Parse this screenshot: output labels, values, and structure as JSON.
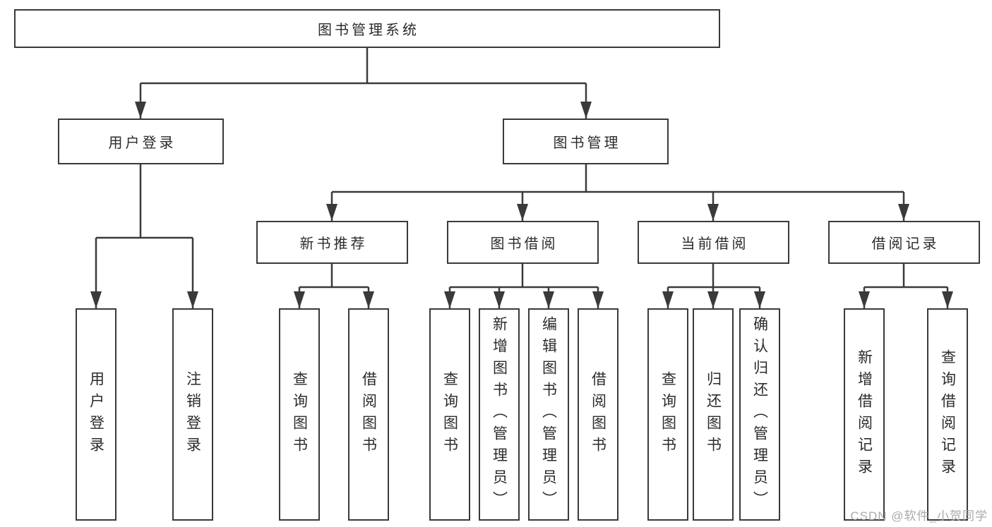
{
  "tree": {
    "root": {
      "label": "图书管理系统",
      "children": [
        {
          "label": "用户登录",
          "children": [
            {
              "label": "用户登录"
            },
            {
              "label": "注销登录"
            }
          ]
        },
        {
          "label": "图书管理",
          "children": [
            {
              "label": "新书推荐",
              "children": [
                {
                  "label": "查询图书"
                },
                {
                  "label": "借阅图书"
                }
              ]
            },
            {
              "label": "图书借阅",
              "children": [
                {
                  "label": "查询图书"
                },
                {
                  "label": "新增图书（管理员）"
                },
                {
                  "label": "编辑图书（管理员）"
                },
                {
                  "label": "借阅图书"
                }
              ]
            },
            {
              "label": "当前借阅",
              "children": [
                {
                  "label": "查询图书"
                },
                {
                  "label": "归还图书"
                },
                {
                  "label": "确认归还（管理员）"
                }
              ]
            },
            {
              "label": "借阅记录",
              "children": [
                {
                  "label": "新增借阅记录"
                },
                {
                  "label": "查询借阅记录"
                }
              ]
            }
          ]
        }
      ]
    }
  },
  "watermark": {
    "text": "CSDN @软件_小贺同学",
    "color": "#aaaaaa"
  },
  "style": {
    "line_color": "#3a3a3a",
    "text_color": "#2b2b2b",
    "background_color": "#ffffff"
  }
}
